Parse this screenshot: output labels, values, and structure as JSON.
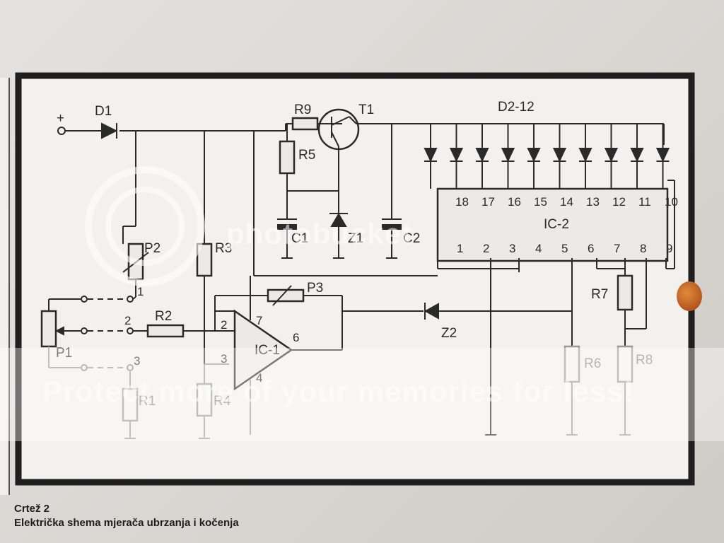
{
  "figure": {
    "caption_line1": "Crtež 2",
    "caption_line2": "Električka shema mjerača ubrzanja i kočenja"
  },
  "watermark": {
    "logo_text": "photobucket",
    "banner_text": "Protect more of your memories for less!"
  },
  "circuit": {
    "supply_plus": "+",
    "components": {
      "D1": "D1",
      "R9": "R9",
      "T1": "T1",
      "D2_12": "D2-12",
      "R5": "R5",
      "C1": "C1",
      "Z1": "Z1",
      "C2": "C2",
      "P2": "P2",
      "R3": "R3",
      "P3": "P3",
      "Z2": "Z2",
      "R2": "R2",
      "P1": "P1",
      "R1": "R1",
      "R4": "R4",
      "IC1": "IC-1",
      "IC2": "IC-2",
      "R6": "R6",
      "R7": "R7",
      "R8": "R8"
    },
    "switch_positions": [
      "1",
      "2",
      "3"
    ],
    "ic1_pins": {
      "in_plus": "2",
      "in_minus": "3",
      "supply": "7",
      "ground": "4",
      "out": "6"
    },
    "ic2_top_pins": [
      "18",
      "17",
      "16",
      "15",
      "14",
      "13",
      "12",
      "11",
      "10"
    ],
    "ic2_bottom_pins": [
      "1",
      "2",
      "3",
      "4",
      "5",
      "6",
      "7",
      "8",
      "9"
    ]
  }
}
